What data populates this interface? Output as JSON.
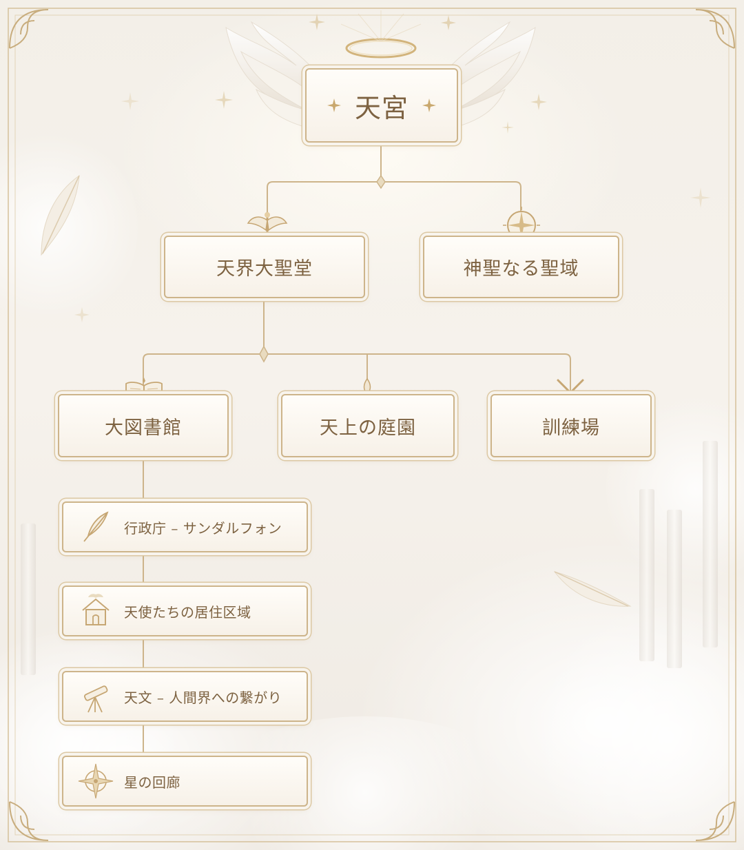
{
  "root": {
    "label": "天宮"
  },
  "level1": [
    {
      "label": "天界大聖堂",
      "icon": "angel-emblem-icon"
    },
    {
      "label": "神聖なる聖域",
      "icon": "compass-sun-icon"
    }
  ],
  "level2": [
    {
      "label": "大図書館",
      "icon": "open-book-icon"
    },
    {
      "label": "天上の庭園",
      "icon": "lily-flower-icon"
    },
    {
      "label": "訓練場",
      "icon": "crossed-swords-icon"
    }
  ],
  "library_children": [
    {
      "label": "行政庁 – サンダルフォン",
      "icon": "quill-feather-icon"
    },
    {
      "label": "天使たちの居住区域",
      "icon": "house-icon"
    },
    {
      "label": "天文 – 人間界への繋がり",
      "icon": "telescope-icon"
    },
    {
      "label": "星の回廊",
      "icon": "compass-star-icon"
    }
  ],
  "colors": {
    "gold": "#cdb48a",
    "text": "#7d6241",
    "background": "#f5f1ea"
  }
}
